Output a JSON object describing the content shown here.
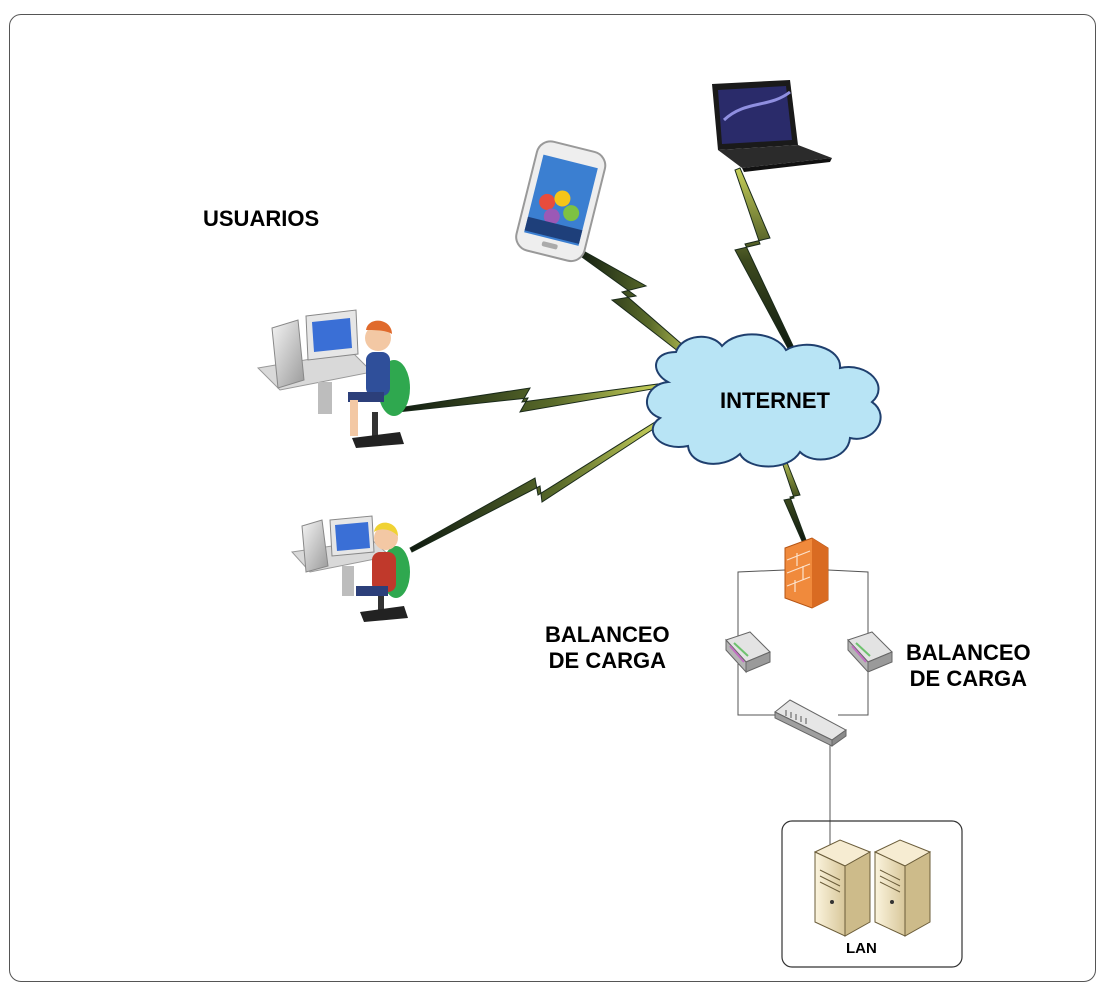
{
  "labels": {
    "usuarios": "USUARIOS",
    "internet": "INTERNET",
    "load_balancer_left": [
      "BALANCEO",
      "DE CARGA"
    ],
    "load_balancer_right": [
      "BALANCEO",
      "DE CARGA"
    ],
    "lan": "LAN"
  },
  "colors": {
    "cloud_fill": "#b8e4f5",
    "cloud_stroke": "#1f3f6e",
    "firewall": "#f08a3c",
    "bolt_dark": "#0f1a10",
    "bolt_light": "#c7d05a",
    "server": "#e9dcb8",
    "frame": "#555555"
  },
  "icons": [
    "smartphone-icon",
    "laptop-icon",
    "user-workstation-icon",
    "user-workstation-icon",
    "cloud-icon",
    "firewall-icon",
    "load-balancer-icon",
    "load-balancer-icon",
    "switch-icon",
    "server-icon",
    "server-icon"
  ]
}
